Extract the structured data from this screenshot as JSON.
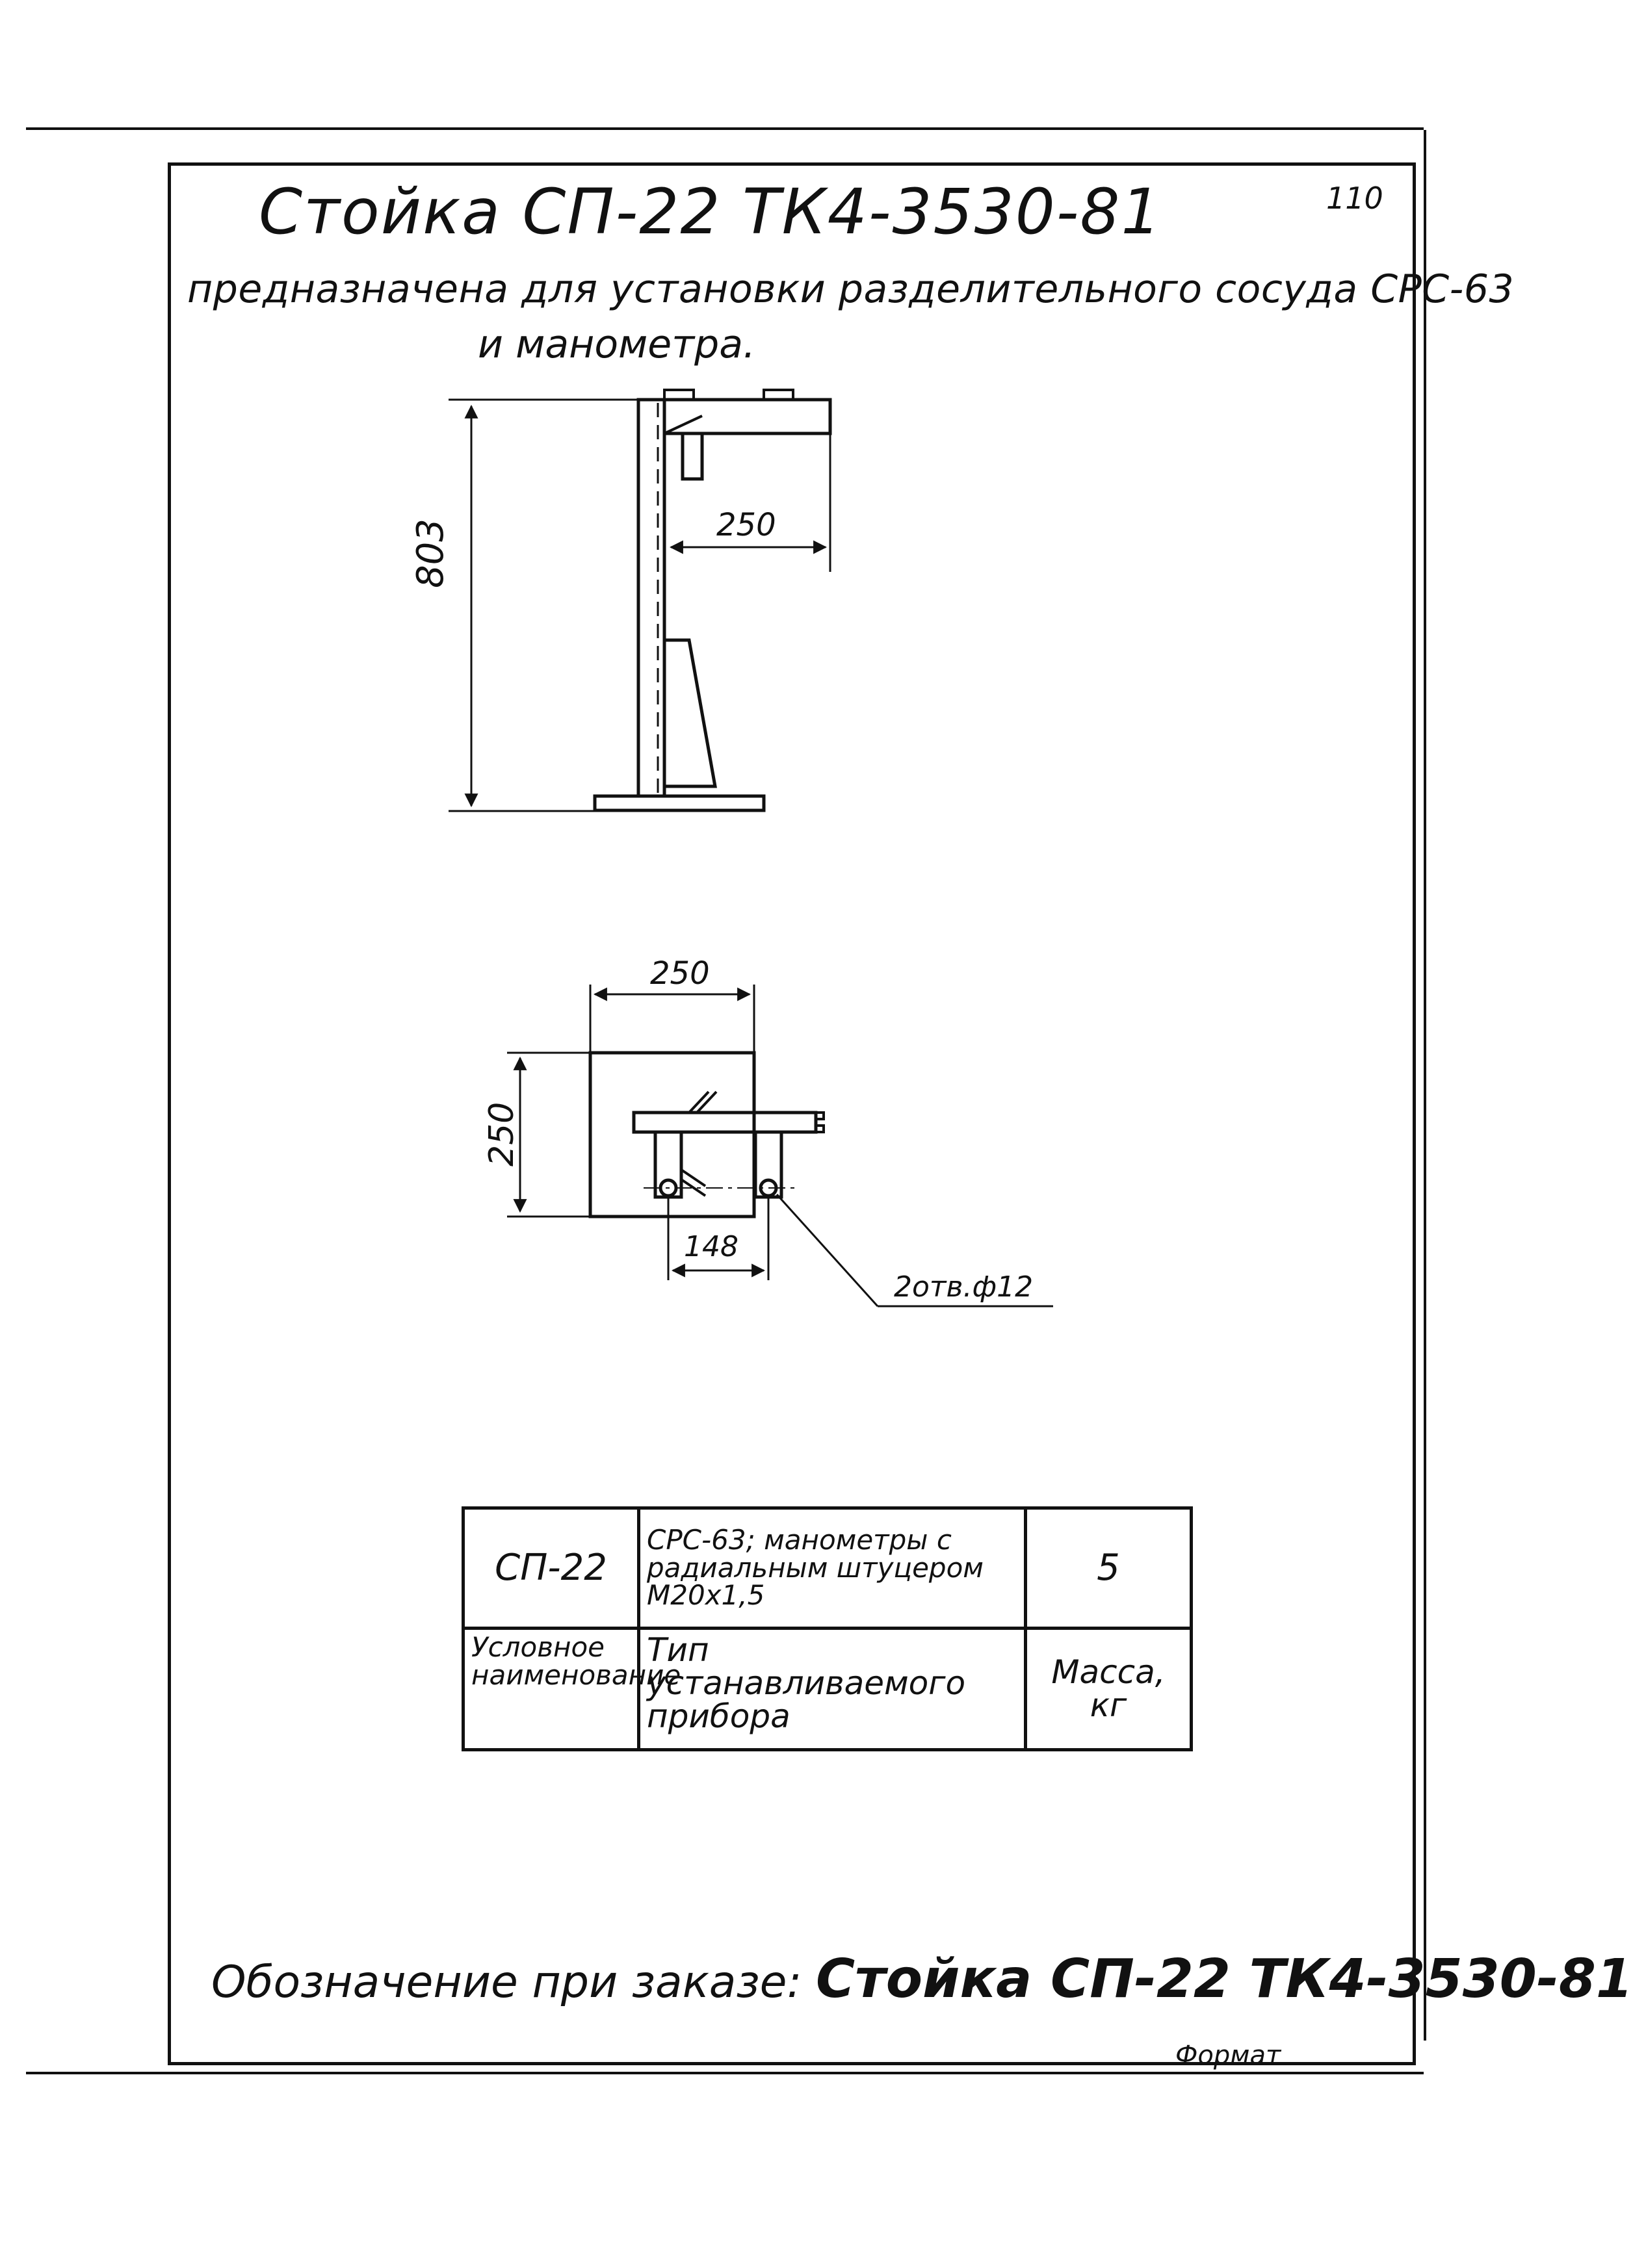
{
  "header": {
    "title": "Стойка СП-22 ТК4-3530-81",
    "page_number": "110",
    "subtitle_line1": "предназначена для установки разделительного сосуда СРС-63",
    "subtitle_line2": "и манометра."
  },
  "dimensions": {
    "side_view_height": "803",
    "side_view_arm": "250",
    "plan_width": "250",
    "plan_depth": "250",
    "hole_spacing": "148",
    "holes_callout": "2отв.ф12"
  },
  "table": {
    "row1": {
      "designation": "СП-22",
      "device": "СРС-63; манометры с радиальным штуцером М20х1,5",
      "mass": "5"
    },
    "row2": {
      "designation": "Условное наименование",
      "device": "Тип устанавливаемого прибора",
      "mass": "Масса, кг"
    }
  },
  "footer": {
    "label": "Обозначение при заказе:",
    "value": "Стойка СП-22 ТК4-3530-81"
  },
  "format_label": "Формат"
}
